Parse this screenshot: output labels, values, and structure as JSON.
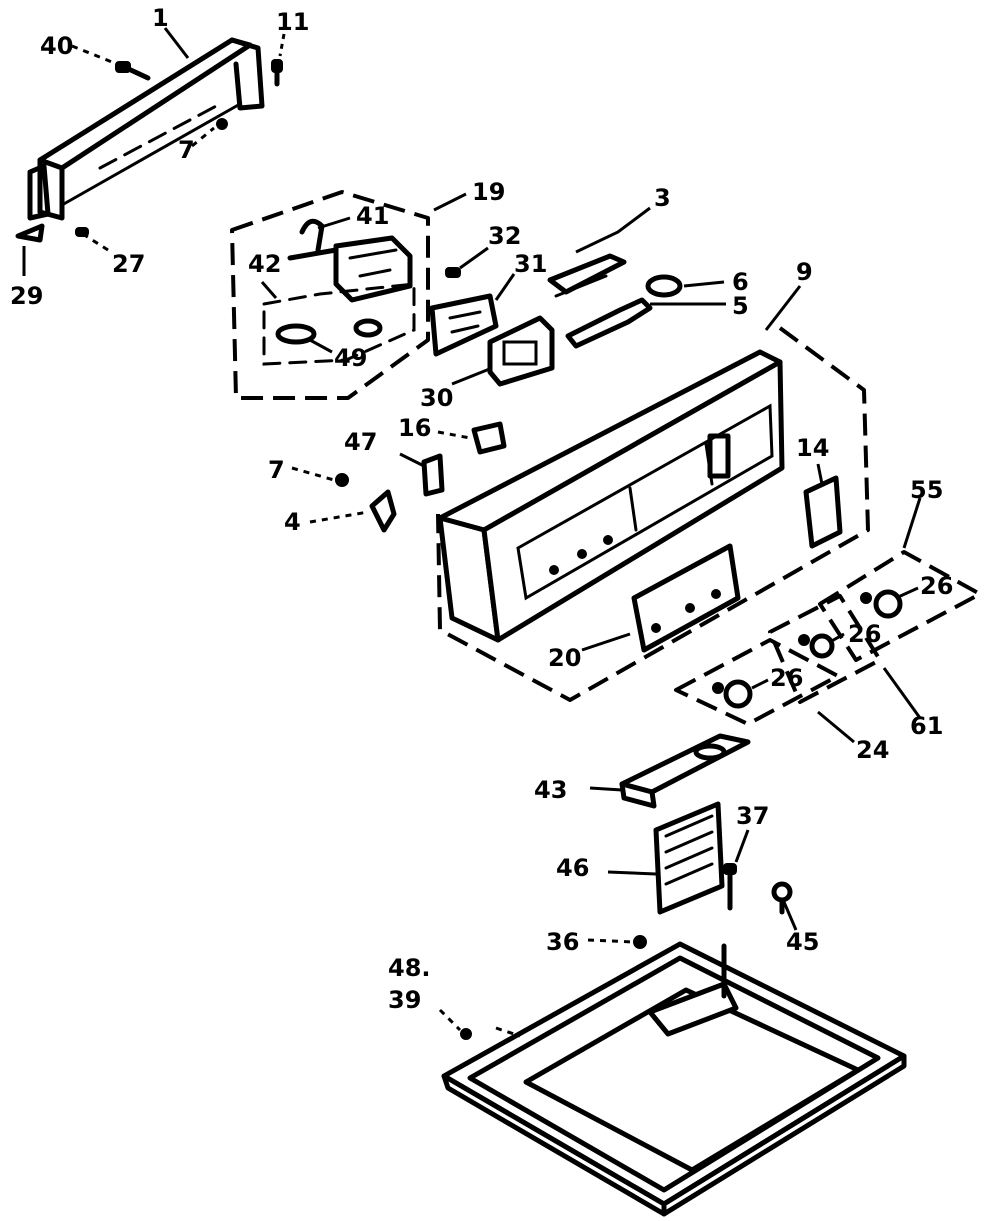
{
  "labels": {
    "p1": "1",
    "p3": "3",
    "p4": "4",
    "p5": "5",
    "p6": "6",
    "p7a": "7",
    "p7b": "7",
    "p9": "9",
    "p11": "11",
    "p14": "14",
    "p16": "16",
    "p19": "19",
    "p20": "20",
    "p24": "24",
    "p26a": "26",
    "p26b": "26",
    "p26c": "26",
    "p27": "27",
    "p29": "29",
    "p30": "30",
    "p31": "31",
    "p32": "32",
    "p36": "36",
    "p37": "37",
    "p39": "39",
    "p40": "40",
    "p41": "41",
    "p42": "42",
    "p43": "43",
    "p45": "45",
    "p46": "46",
    "p47": "47",
    "p48": "48.",
    "p49": "49",
    "p55": "55",
    "p61": "61"
  }
}
